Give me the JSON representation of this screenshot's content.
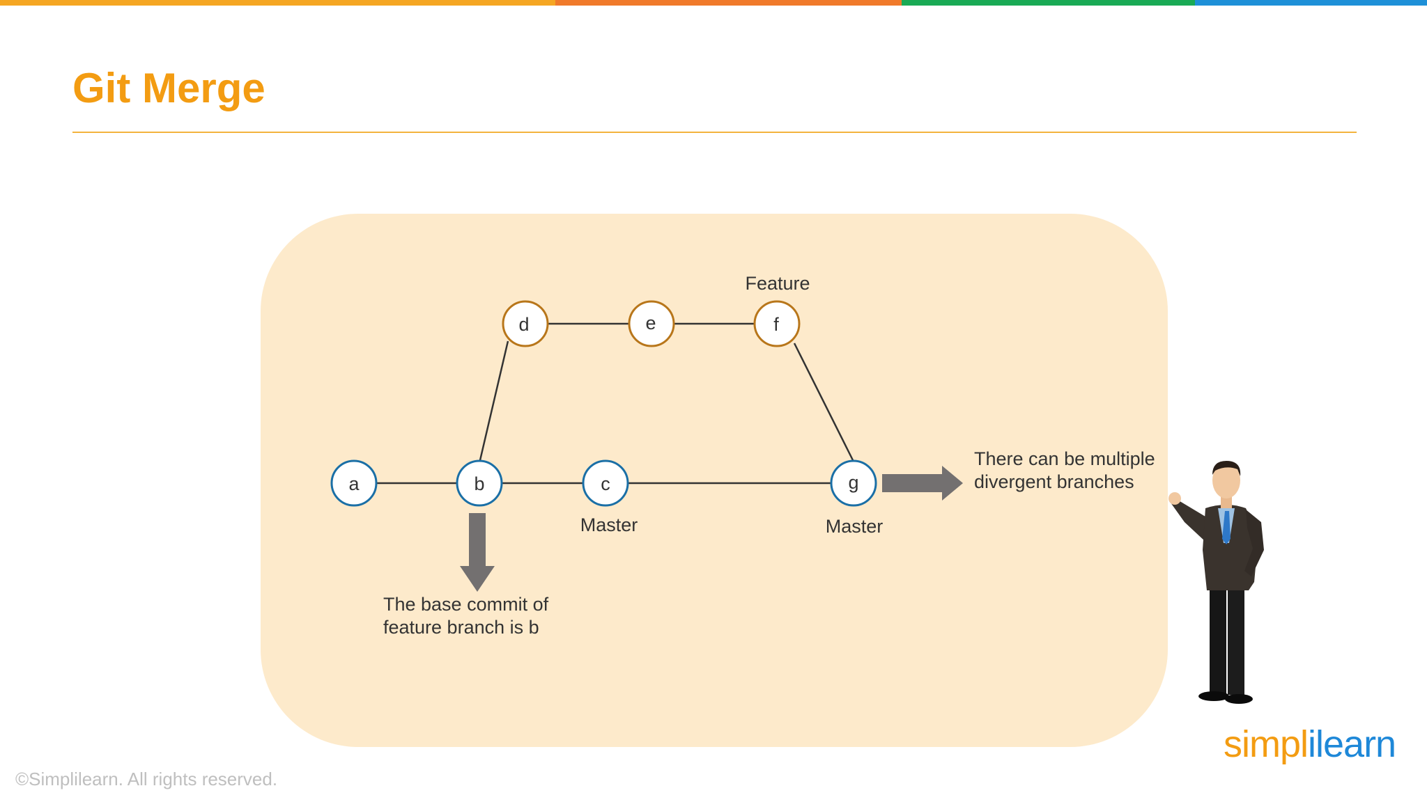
{
  "slide": {
    "title": "Git Merge",
    "copyright": "©Simplilearn. All rights reserved.",
    "logo": "simplilearn"
  },
  "diagram": {
    "commits": [
      {
        "id": "a",
        "label": "a",
        "branch": "master"
      },
      {
        "id": "b",
        "label": "b",
        "branch": "master"
      },
      {
        "id": "c",
        "label": "c",
        "branch": "master"
      },
      {
        "id": "d",
        "label": "d",
        "branch": "feature"
      },
      {
        "id": "e",
        "label": "e",
        "branch": "feature"
      },
      {
        "id": "f",
        "label": "f",
        "branch": "feature"
      },
      {
        "id": "g",
        "label": "g",
        "branch": "master"
      }
    ],
    "edges": [
      [
        "a",
        "b"
      ],
      [
        "b",
        "c"
      ],
      [
        "c",
        "g"
      ],
      [
        "b",
        "d"
      ],
      [
        "d",
        "e"
      ],
      [
        "e",
        "f"
      ],
      [
        "f",
        "g"
      ]
    ],
    "labels": {
      "feature": "Feature",
      "master_c": "Master",
      "master_g": "Master"
    },
    "notes": {
      "base_line1": "The base commit of",
      "base_line2": "feature branch is b",
      "divergent_line1": "There can be multiple",
      "divergent_line2": "divergent branches"
    }
  },
  "colors": {
    "bar_orange": "#F5A623",
    "bar_red_orange": "#F07A2A",
    "bar_green": "#1AAA55",
    "bar_blue": "#1E90D8",
    "title": "#F39C12",
    "title_rule": "#F3B33D",
    "panel": "#FDEACB",
    "master_ring": "#1A6FA6",
    "feature_ring": "#B8761A",
    "edge": "#333333",
    "arrow": "#737070",
    "text": "#333333",
    "copyright": "#BFBFBF",
    "logo_orange": "#F39C12",
    "logo_blue": "#1E88D8"
  }
}
